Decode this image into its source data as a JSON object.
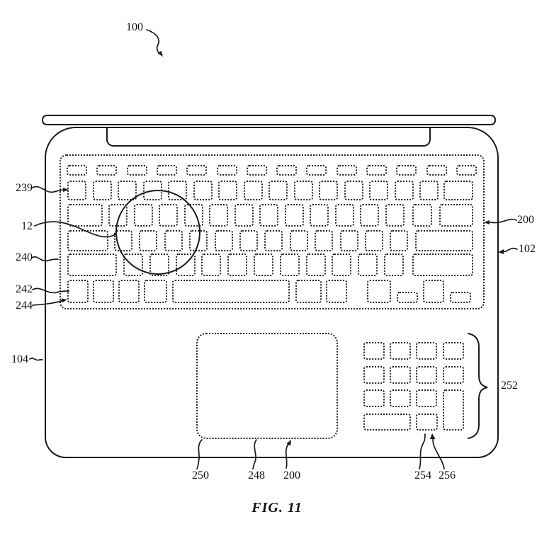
{
  "figure": {
    "caption": "FIG. 11"
  },
  "reference_labels": {
    "r100": "100",
    "r239": "239",
    "r12": "12",
    "r240": "240",
    "r242": "242",
    "r244": "244",
    "r104": "104",
    "r200_right": "200",
    "r102": "102",
    "r252": "252",
    "r250": "250",
    "r248": "248",
    "r200_bottom": "200",
    "r254": "254",
    "r256": "256"
  },
  "colors": {
    "line": "#1a1a1a",
    "dotted": "#222222",
    "background": "#ffffff"
  }
}
